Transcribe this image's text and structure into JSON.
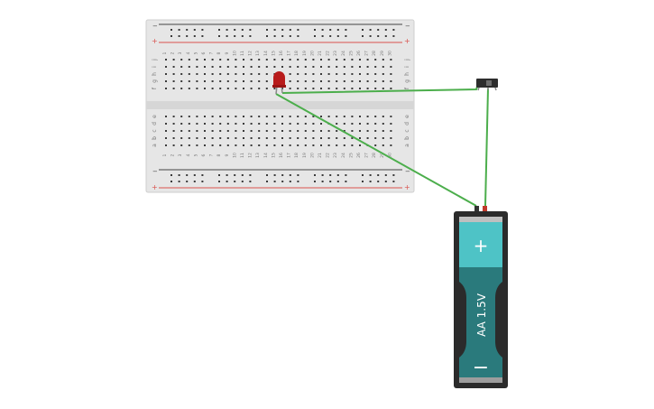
{
  "breadboard": {
    "rail_plus": "+",
    "rail_minus": "−",
    "row_letters_top": [
      "j",
      "i",
      "h",
      "g",
      "f"
    ],
    "row_letters_bottom": [
      "e",
      "d",
      "c",
      "b",
      "a"
    ],
    "column_count": 30,
    "colors": {
      "body": "#e4e4e4",
      "rail_red": "#d9534f",
      "rail_dark": "#444444",
      "hole": "#3a3a3a"
    }
  },
  "components": {
    "led": {
      "name": "led-red",
      "color": "#b81b1b"
    },
    "switch": {
      "name": "slide-switch"
    },
    "battery": {
      "plus_symbol": "+",
      "minus_symbol": "−",
      "label": "AA 1.5V",
      "colors": {
        "case": "#2b2b2b",
        "cell_top": "#4ec3c6",
        "cell_body": "#2a7a7c"
      }
    }
  },
  "wires": {
    "color": "#4cae4c"
  }
}
